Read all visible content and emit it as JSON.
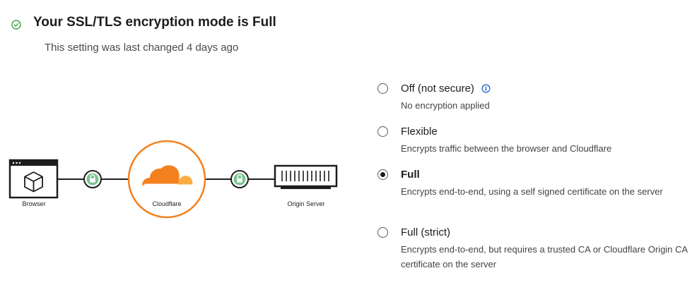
{
  "header": {
    "title": "Your SSL/TLS encryption mode is Full",
    "subtitle": "This setting was last changed 4 days ago",
    "status_icon": "check-circle-icon",
    "status_color": "#3fa34d"
  },
  "diagram": {
    "browser_label": "Browser",
    "cloudflare_label": "Cloudflare",
    "origin_label": "Origin Server",
    "accent_orange": "#f48120",
    "lock_green": "#7cc38f"
  },
  "options": [
    {
      "label": "Off (not secure)",
      "description": "No encryption applied",
      "selected": false,
      "has_info_icon": true
    },
    {
      "label": "Flexible",
      "description": "Encrypts traffic between the browser and Cloudflare",
      "selected": false
    },
    {
      "label": "Full",
      "description": "Encrypts end-to-end, using a self signed certificate on the server",
      "selected": true
    },
    {
      "label": "Full (strict)",
      "description": "Encrypts end-to-end, but requires a trusted CA or Cloudflare Origin CA certificate on the server",
      "selected": false
    }
  ],
  "info_icon_color": "#0051c3"
}
